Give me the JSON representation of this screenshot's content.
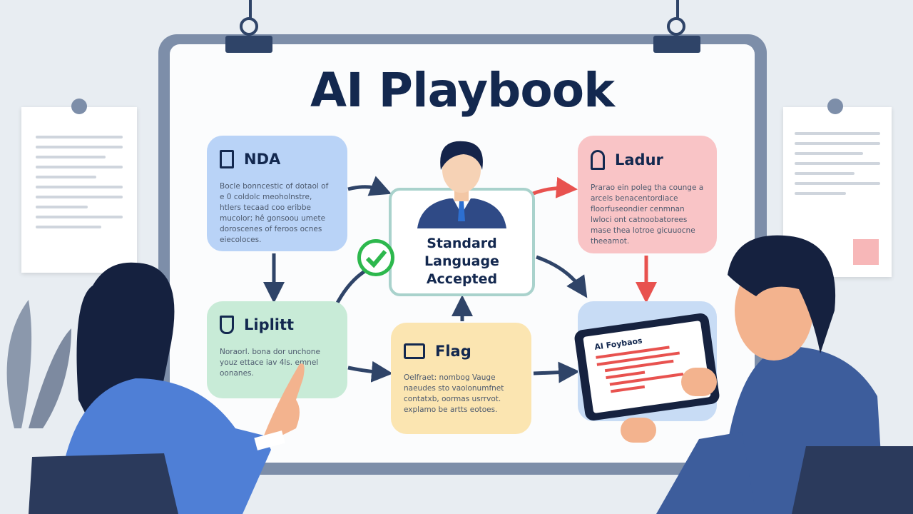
{
  "board": {
    "title": "AI Playbook"
  },
  "nodes": {
    "nda": {
      "title": "NDA",
      "icon": "document-icon",
      "body": "Bocle bonncestic of dotaol of e 0 coldolc meoholnstre, htlers tecaad coo eribbe mucolor; hê gonsoou umete doroscenes of feroos ocnes eiecoloces.",
      "color": "#b9d3f7"
    },
    "ladur": {
      "title": "Ladur",
      "icon": "lock-icon",
      "body": "Prarao ein poleg tha counge a arcels benacentordiace floorfuseondier cenmnan lwloci ont catnoobatorees mase thea lotroe gicuuocne theeamot.",
      "color": "#f9c4c6"
    },
    "standard": {
      "title": "Standard Language Accepted",
      "icon": "person-icon"
    },
    "liplitt": {
      "title": "Liplitt",
      "icon": "jar-icon",
      "body": "Noraorl. bona dor unchone youz ettace iav 4ls. emnel oonanes.",
      "color": "#c8ebd7"
    },
    "flag": {
      "title": "Flag",
      "icon": "flag-window-icon",
      "body": "Oelfraet: nombog Vauge naeudes sto vaolonumfnet contatxb, oormas usrrvot. explamo be artts eotoes.",
      "color": "#fbe5b1"
    },
    "tablet": {
      "title": "AI Foybaos",
      "color": "#c8dcf5"
    }
  },
  "colors": {
    "arrow": "#2f4468",
    "arrow_red": "#e8524f",
    "check": "#2db84d",
    "title": "#13284f"
  }
}
